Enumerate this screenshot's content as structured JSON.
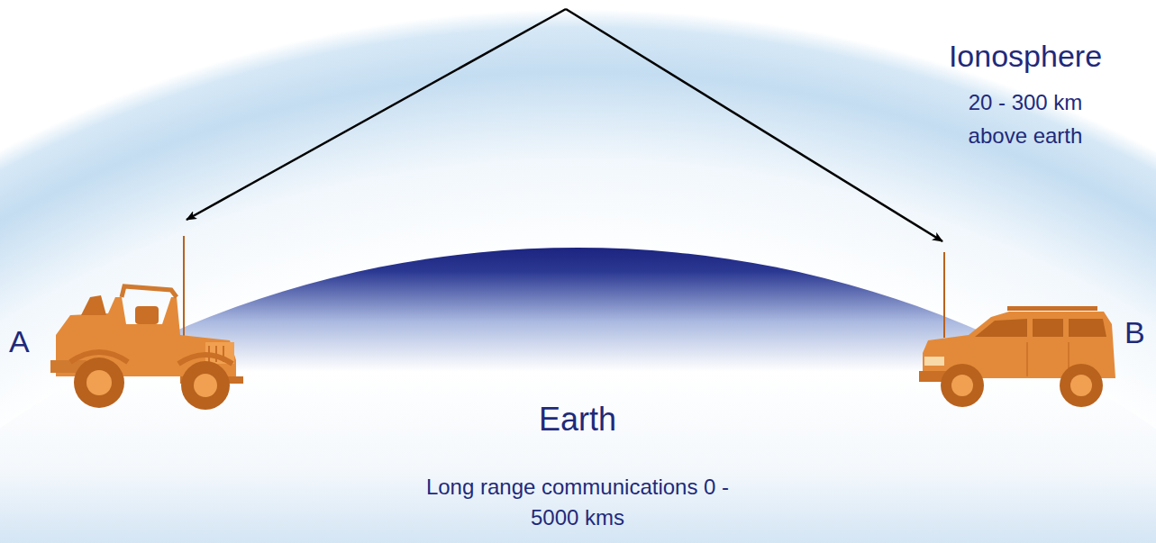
{
  "diagram": {
    "nodes": [
      {
        "text": [
          "Ionosphere",
          "20 - 300 km above earth"
        ]
      },
      {
        "text": [
          "Earth",
          "Long range communications 0 - 5000 kms"
        ]
      }
    ],
    "labels": [
      "A",
      "B"
    ]
  }
}
